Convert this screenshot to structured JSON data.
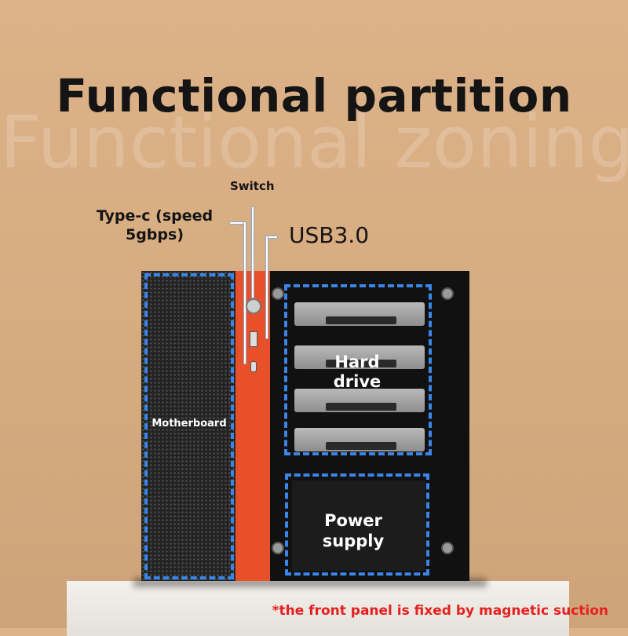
{
  "title": "Functional partition",
  "ghost_text": "Functional zoning",
  "callouts": {
    "switch": "Switch",
    "typec": "Type-c (speed\n5gbps)",
    "usb": "USB3.0"
  },
  "zones": {
    "motherboard": "Motherboard",
    "hard_drive": "Hard\ndrive",
    "power_supply": "Power\nsupply"
  },
  "footnote": "*the front panel is fixed by magnetic suction",
  "colors": {
    "accent_orange": "#e8502a",
    "zone_dash": "#3a86e8",
    "footnote": "#e62020"
  }
}
